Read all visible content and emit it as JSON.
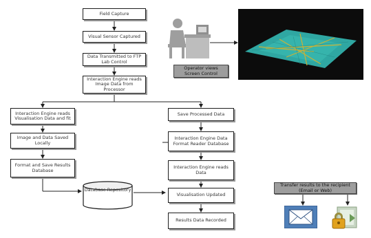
{
  "nodes": {
    "top_1": "Field Capture",
    "top_2": "Visual Sensor Captured",
    "top_3": "Data Transmitted to FTP Lab Control",
    "top_4": "Interaction Engine reads Image Data from Processor",
    "operator_label": "Operator views Screen Control",
    "left_1": "Interaction Engine reads Visualisation Data and fit",
    "left_2": "Image and Data Saved Locally",
    "left_3": "Format and Save Results Database",
    "database": "Database Repository",
    "mid_1": "Save Processed Data",
    "mid_2": "Interaction Engine Data Format Reader Database",
    "mid_3": "Interaction Engine reads Data",
    "mid_4": "Visualisation Updated",
    "mid_5": "Results Data Recorded",
    "notify_label": "Transfer results to the recipient (Email or Web)"
  },
  "icons": {
    "operator": "operator-at-desk-icon",
    "terrain": "3d-terrain-render-image",
    "email": "email-envelope-icon",
    "secure_upload": "secure-upload-lock-icon"
  },
  "colors": {
    "terrain_bg": "#111111",
    "terrain_surface": "#2fa7a2",
    "terrain_lines": "#c9b237",
    "email_bg": "#4f7fb8",
    "label_box": "#9d9d9d"
  }
}
